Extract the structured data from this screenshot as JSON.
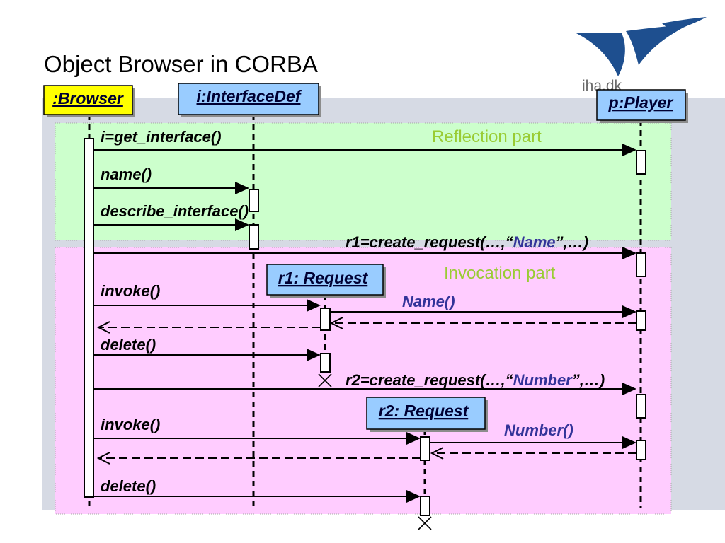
{
  "slide": {
    "title": "Object Browser in CORBA"
  },
  "logo": {
    "icon": "iha-dk-wing-logo",
    "text": "iha.dk"
  },
  "regions": {
    "reflection": "Reflection part",
    "invocation": "Invocation part"
  },
  "objects": {
    "browser": ":Browser",
    "interface_def": "i:InterfaceDef",
    "player": "p:Player",
    "request_1": "r1: Request",
    "request_2": "r2: Request"
  },
  "messages": {
    "get_interface": "i=get_interface()",
    "name": "name()",
    "describe_interface": "describe_interface()",
    "create_request_1": {
      "before": "r1=create_request(…,“",
      "argument": "Name",
      "after": "”,…)"
    },
    "invoke_1": "invoke()",
    "name_call": "Name()",
    "delete_1": "delete()",
    "create_request_2": {
      "before": "r2=create_request(…,“",
      "argument": "Number",
      "after": "”,…)"
    },
    "invoke_2": "invoke()",
    "number_call": "Number()",
    "delete_2": "delete()"
  },
  "colors": {
    "panel_background": "#d6dae4",
    "reflection_fill": "#ccffcc",
    "invocation_fill": "#ffccff",
    "browser_fill": "#ffff00",
    "object_fill": "#99ccff",
    "region_label": "#99cc33",
    "highlight_text": "#333399",
    "logo": "#1e4f8f"
  }
}
